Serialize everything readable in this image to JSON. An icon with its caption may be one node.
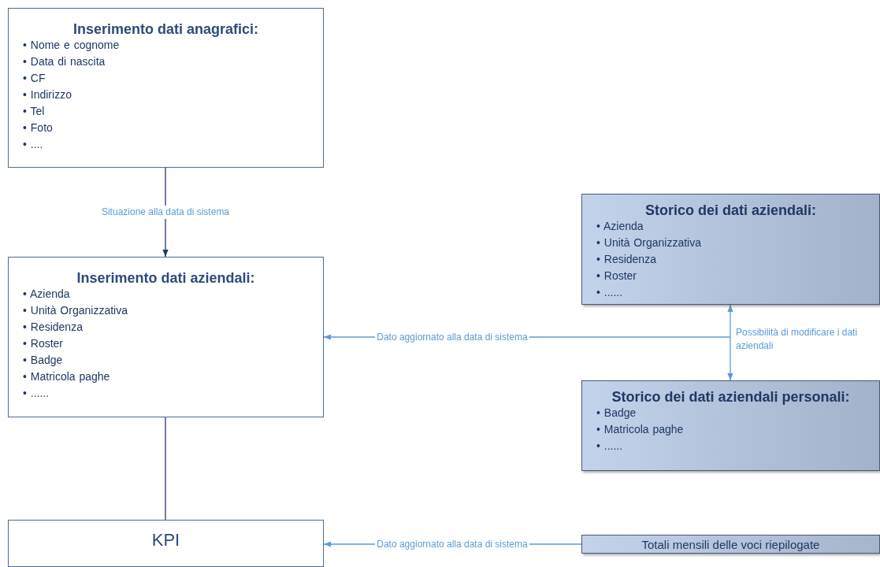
{
  "diagram": {
    "nodes": [
      {
        "text": [
          "Inserimento dati anagrafici:",
          "• Nome e cognome",
          "• Data di nascita",
          "• CF",
          "• Indirizzo",
          "• Tel",
          "• Foto",
          "• ...."
        ]
      },
      {
        "text": [
          "Inserimento dati aziendali:",
          "• Azienda",
          "• Unità Organizzativa",
          "• Residenza",
          "• Roster",
          "• Badge",
          "• Matricola paghe",
          "• ......"
        ]
      },
      {
        "text": [
          "KPI"
        ]
      },
      {
        "text": [
          "Storico dei dati aziendali:",
          "• Azienda",
          "• Unità Organizzativa",
          "• Residenza",
          "• Roster",
          "• ......"
        ]
      },
      {
        "text": [
          "Storico dei dati aziendali personali:",
          "• Badge",
          "• Matricola paghe",
          "• ......"
        ]
      },
      {
        "text": [
          "Totali mensili delle voci riepilogate"
        ]
      }
    ],
    "edges": [
      {
        "from": 0,
        "to": 1,
        "arrow": "to",
        "label": "Situazione alla data di sistema",
        "color": "#1f3864"
      },
      {
        "from": 1,
        "to": 2,
        "arrow": "none",
        "color": "#1f3864"
      },
      {
        "from": 3,
        "to": 4,
        "arrow": "both",
        "label": "Possibilità di modificare i dati aziendali"
      },
      {
        "from": null,
        "to": 1,
        "arrow": "to",
        "label": "Dato aggiornato alla data di sistema"
      },
      {
        "from": 5,
        "to": 2,
        "arrow": "to",
        "label": "Dato aggiornato alla data di sistema"
      }
    ]
  }
}
